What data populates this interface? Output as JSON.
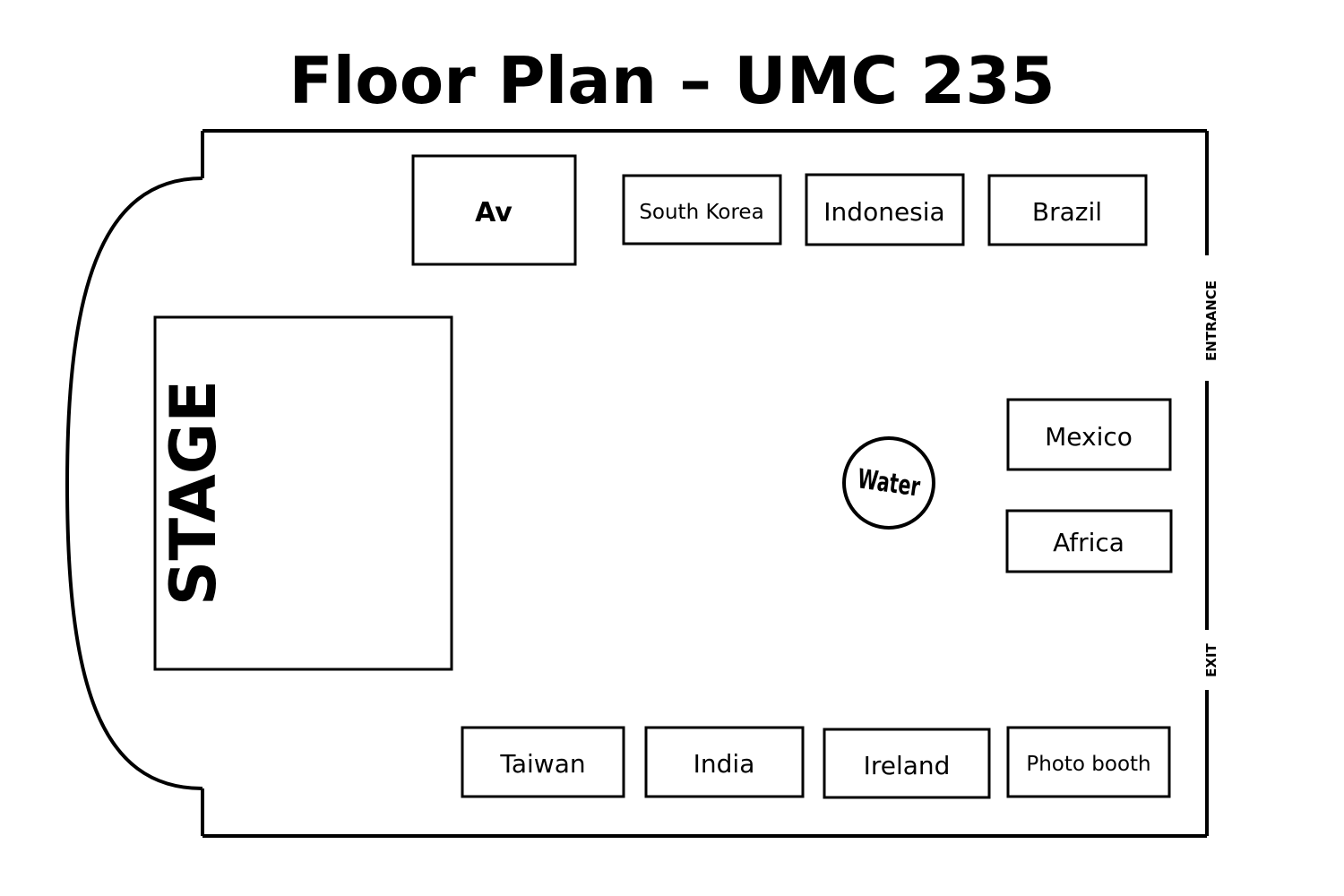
{
  "title": "Floor Plan – UMC 235",
  "stage": "STAGE",
  "av": "Av",
  "water": "Water",
  "entrance": "ENTRANCE",
  "exit": "EXIT",
  "booths": {
    "south_korea": "South Korea",
    "indonesia": "Indonesia",
    "brazil": "Brazil",
    "mexico": "Mexico",
    "africa": "Africa",
    "taiwan": "Taiwan",
    "india": "India",
    "ireland": "Ireland",
    "photo_booth": "Photo booth"
  },
  "colors": {
    "line": "#000000",
    "background": "#ffffff"
  }
}
